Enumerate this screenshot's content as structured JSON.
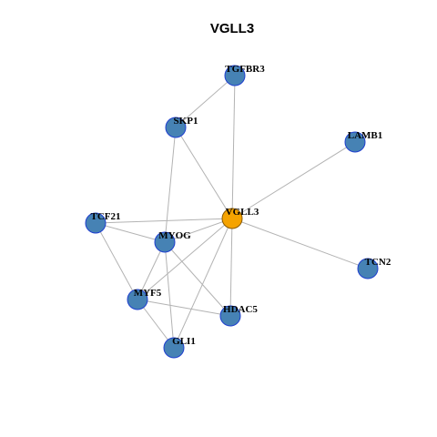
{
  "title": "VGLL3",
  "colors": {
    "center_fill": "#f5a300",
    "center_stroke": "#8a5a00",
    "node_fill": "#4682b4",
    "node_stroke": "#1f3fcf",
    "edge": "#b3b3b3"
  },
  "nodes": [
    {
      "id": "TGFBR3",
      "label": "TGFBR3",
      "center": false
    },
    {
      "id": "SKP1",
      "label": "SKP1",
      "center": false
    },
    {
      "id": "LAMB1",
      "label": "LAMB1",
      "center": false
    },
    {
      "id": "VGLL3",
      "label": "VGLL3",
      "center": true
    },
    {
      "id": "TCF21",
      "label": "TCF21",
      "center": false
    },
    {
      "id": "MYOG",
      "label": "MYOG",
      "center": false
    },
    {
      "id": "TCN2",
      "label": "TCN2",
      "center": false
    },
    {
      "id": "MYF5",
      "label": "MYF5",
      "center": false
    },
    {
      "id": "HDAC5",
      "label": "HDAC5",
      "center": false
    },
    {
      "id": "GLI1",
      "label": "GLI1",
      "center": false
    }
  ],
  "edges": [
    [
      "TGFBR3",
      "SKP1"
    ],
    [
      "TGFBR3",
      "VGLL3"
    ],
    [
      "SKP1",
      "VGLL3"
    ],
    [
      "SKP1",
      "MYOG"
    ],
    [
      "LAMB1",
      "VGLL3"
    ],
    [
      "TCF21",
      "VGLL3"
    ],
    [
      "TCF21",
      "MYOG"
    ],
    [
      "TCF21",
      "MYF5"
    ],
    [
      "VGLL3",
      "MYOG"
    ],
    [
      "VGLL3",
      "TCN2"
    ],
    [
      "VGLL3",
      "MYF5"
    ],
    [
      "VGLL3",
      "HDAC5"
    ],
    [
      "VGLL3",
      "GLI1"
    ],
    [
      "MYOG",
      "MYF5"
    ],
    [
      "MYOG",
      "HDAC5"
    ],
    [
      "MYOG",
      "GLI1"
    ],
    [
      "MYF5",
      "HDAC5"
    ],
    [
      "MYF5",
      "GLI1"
    ]
  ]
}
